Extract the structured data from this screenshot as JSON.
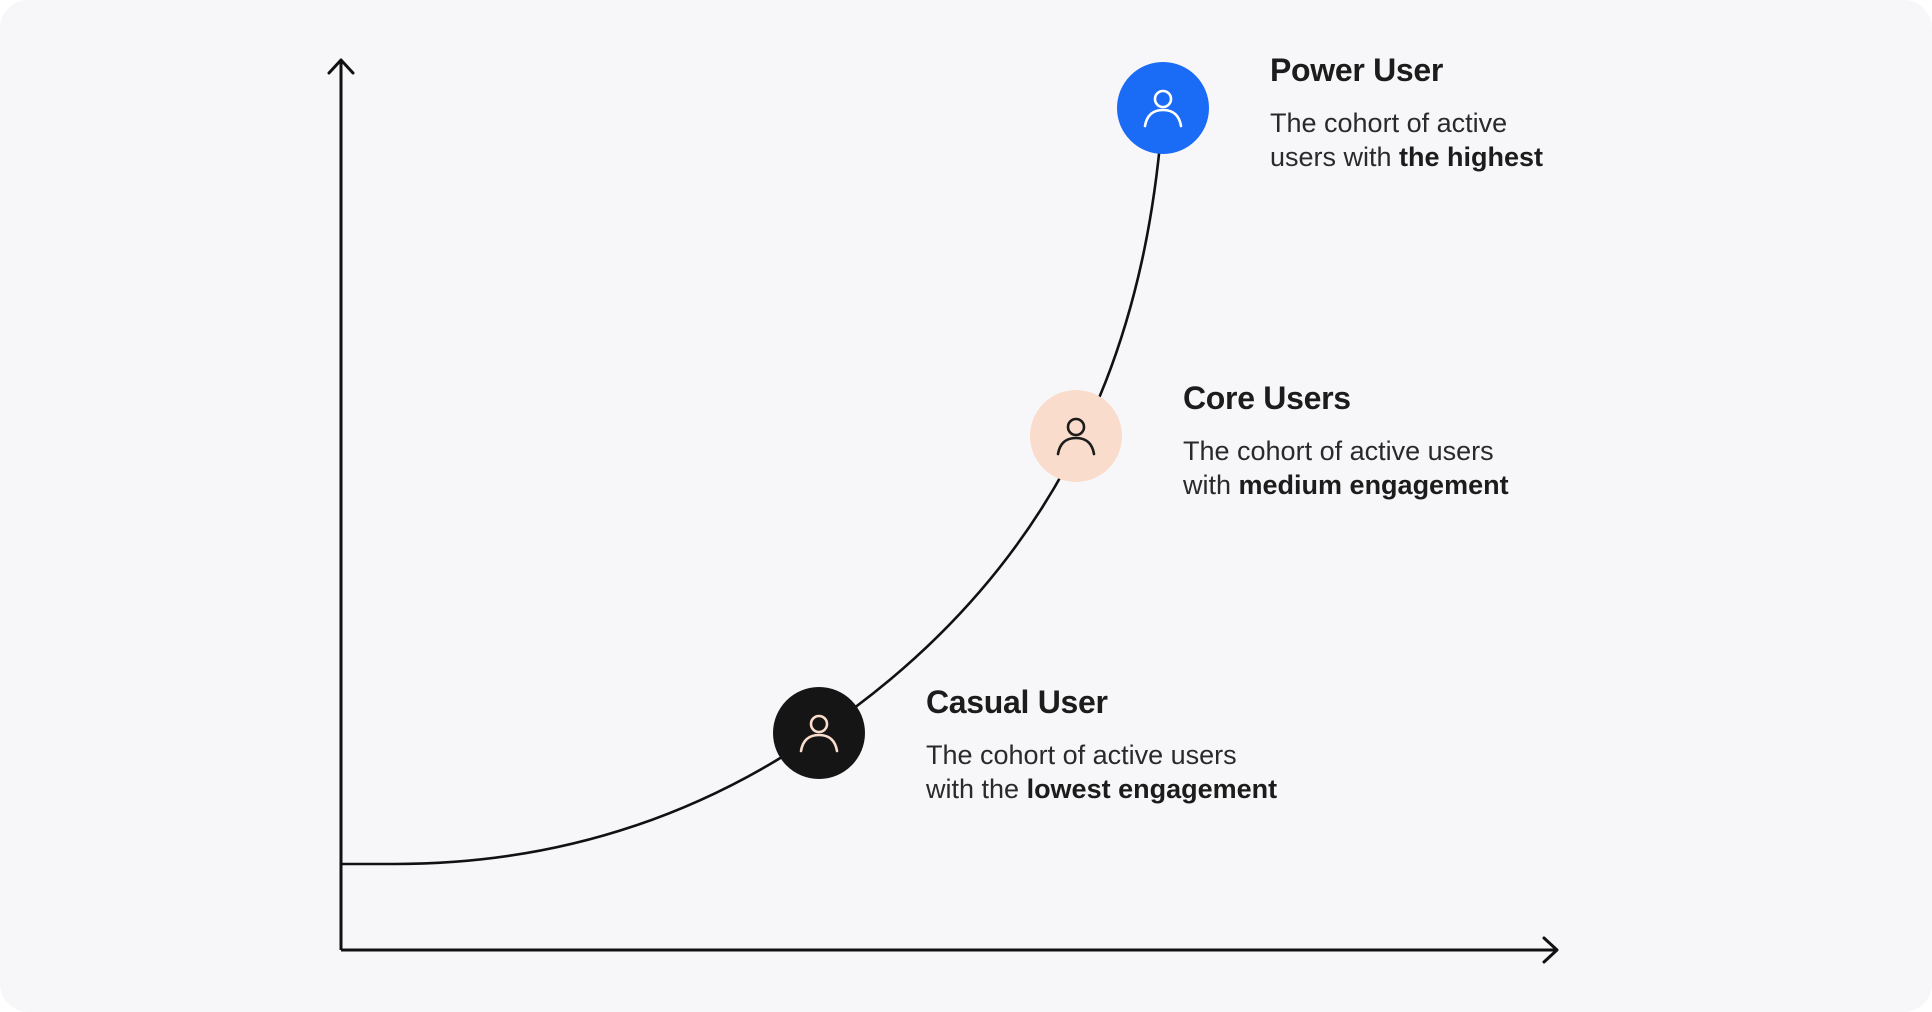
{
  "diagram": {
    "colors": {
      "background": "#f7f7f9",
      "axis": "#111111",
      "power_node": "#1a6bf5",
      "core_node": "#f9dccc",
      "casual_node": "#151515",
      "power_icon": "#ffffff",
      "core_icon": "#1c1c1c",
      "casual_icon": "#f9dccc"
    },
    "icon": "user-icon",
    "cohorts": {
      "power": {
        "title": "Power User",
        "desc_line1": "The cohort of active",
        "desc_line2_plain": "users with ",
        "desc_line2_bold": "the highest"
      },
      "core": {
        "title": "Core Users",
        "desc_line1": "The cohort of active users",
        "desc_line2_plain": "with ",
        "desc_line2_bold": "medium engagement"
      },
      "casual": {
        "title": "Casual User",
        "desc_line1": "The cohort of active users",
        "desc_line2_plain": "with the ",
        "desc_line2_bold": "lowest engagement"
      }
    }
  }
}
